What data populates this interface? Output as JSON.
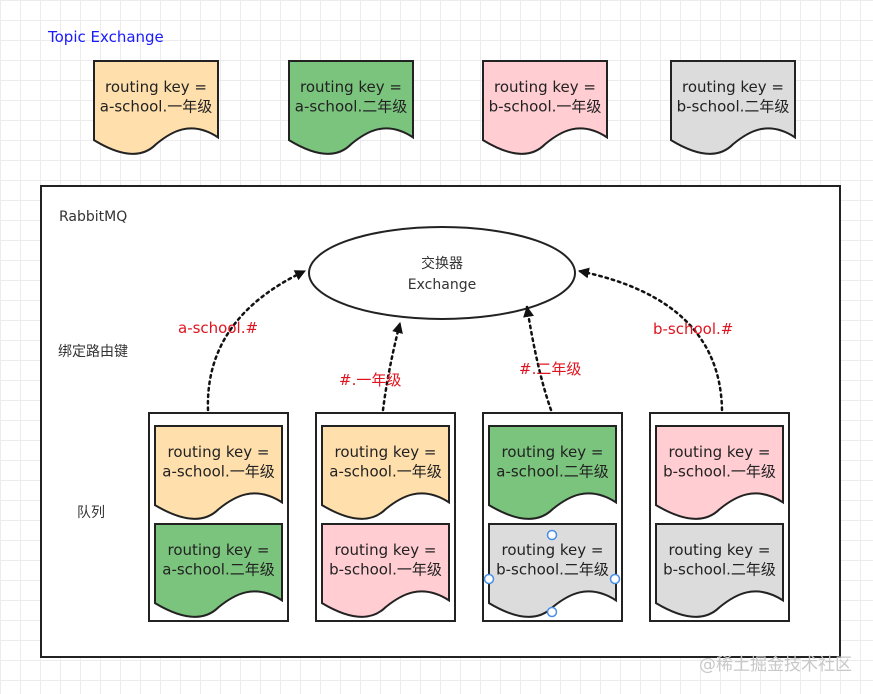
{
  "title": "Topic Exchange",
  "container_label": "RabbitMQ",
  "exchange": {
    "line1": "交换器",
    "line2": "Exchange"
  },
  "side_labels": {
    "binding": "绑定路由键",
    "queue": "队列"
  },
  "colors": {
    "title": "#1a1aff",
    "binding_text": "#e0141e",
    "orange": "#ffe0ad",
    "green": "#7bc47d",
    "pink": "#ffcdd2",
    "gray": "#dcdcdc",
    "outline": "#222222",
    "handle": "#4a8fe7"
  },
  "top_messages": [
    {
      "line1": "routing key =",
      "line2": "a-school.一年级",
      "color": "orange"
    },
    {
      "line1": "routing key =",
      "line2": "a-school.二年级",
      "color": "green"
    },
    {
      "line1": "routing key =",
      "line2": "b-school.一年级",
      "color": "pink"
    },
    {
      "line1": "routing key =",
      "line2": "b-school.二年级",
      "color": "gray"
    }
  ],
  "bindings": [
    "a-school.#",
    "#.一年级",
    "#.二年级",
    "b-school.#"
  ],
  "queues": [
    {
      "messages": [
        {
          "line1": "routing key =",
          "line2": "a-school.一年级",
          "color": "orange"
        },
        {
          "line1": "routing key =",
          "line2": "a-school.二年级",
          "color": "green"
        }
      ]
    },
    {
      "messages": [
        {
          "line1": "routing key =",
          "line2": "a-school.一年级",
          "color": "orange"
        },
        {
          "line1": "routing key =",
          "line2": "b-school.一年级",
          "color": "pink"
        }
      ]
    },
    {
      "messages": [
        {
          "line1": "routing key =",
          "line2": "a-school.二年级",
          "color": "green"
        },
        {
          "line1": "routing key =",
          "line2": "b-school.二年级",
          "color": "gray"
        }
      ]
    },
    {
      "messages": [
        {
          "line1": "routing key =",
          "line2": "b-school.一年级",
          "color": "pink"
        },
        {
          "line1": "routing key =",
          "line2": "b-school.二年级",
          "color": "gray"
        }
      ]
    }
  ],
  "watermark": "@稀土掘金技术社区"
}
